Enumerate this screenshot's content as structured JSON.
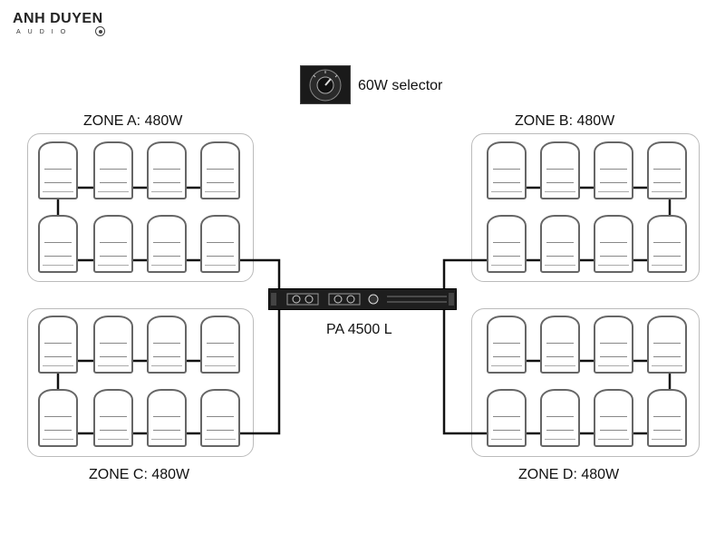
{
  "logo": {
    "main": "ANH DUYEN",
    "sub": "AUDIO"
  },
  "selector": {
    "label": "60W selector"
  },
  "amplifier": {
    "label": "PA 4500 L"
  },
  "zones": [
    {
      "id": "a",
      "title": "ZONE A: 480W"
    },
    {
      "id": "b",
      "title": "ZONE B: 480W"
    },
    {
      "id": "c",
      "title": "ZONE C: 480W"
    },
    {
      "id": "d",
      "title": "ZONE D: 480W"
    }
  ],
  "colors": {
    "wire": "#111111",
    "box_border": "#bbbbbb",
    "amp_body": "#1e1e1e"
  },
  "icons": [
    "speaker-icon",
    "selector-knob-icon",
    "amplifier-icon",
    "logo-mark-icon"
  ]
}
